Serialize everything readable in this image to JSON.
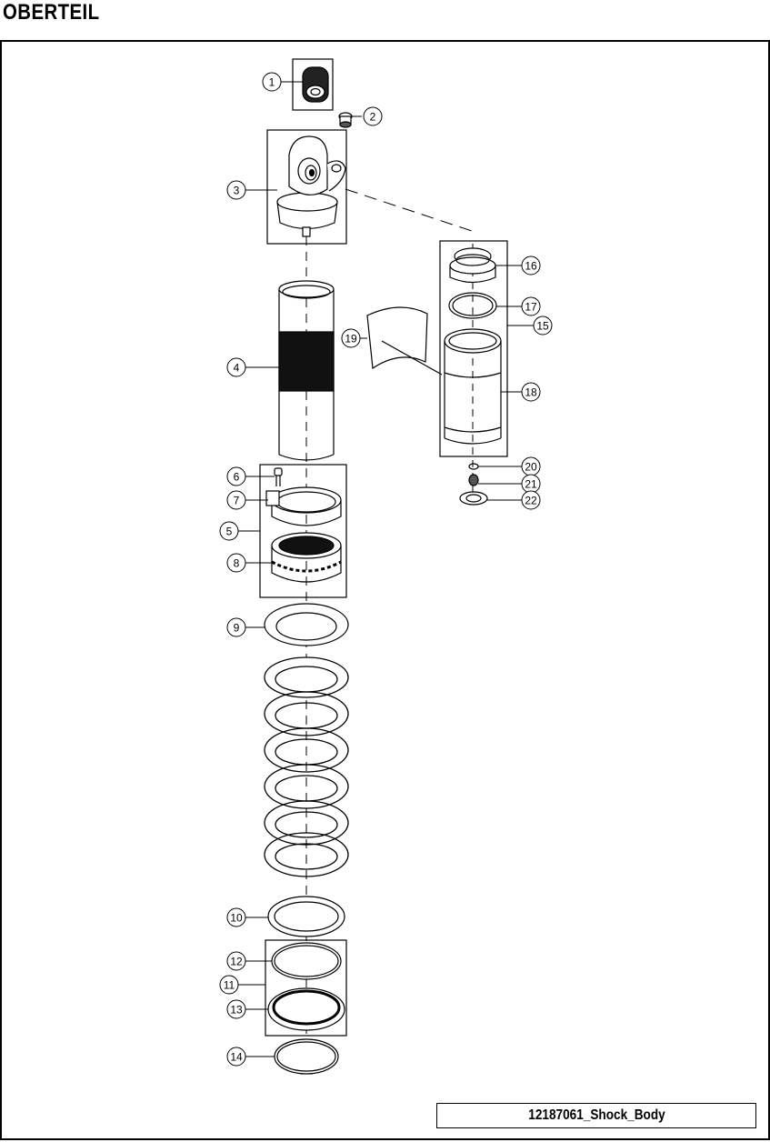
{
  "title": "OBERTEIL",
  "caption": "12187061_Shock_Body",
  "callouts": [
    "1",
    "2",
    "3",
    "4",
    "5",
    "6",
    "7",
    "8",
    "9",
    "10",
    "11",
    "12",
    "13",
    "14",
    "15",
    "16",
    "17",
    "18",
    "19",
    "20",
    "21",
    "22"
  ]
}
